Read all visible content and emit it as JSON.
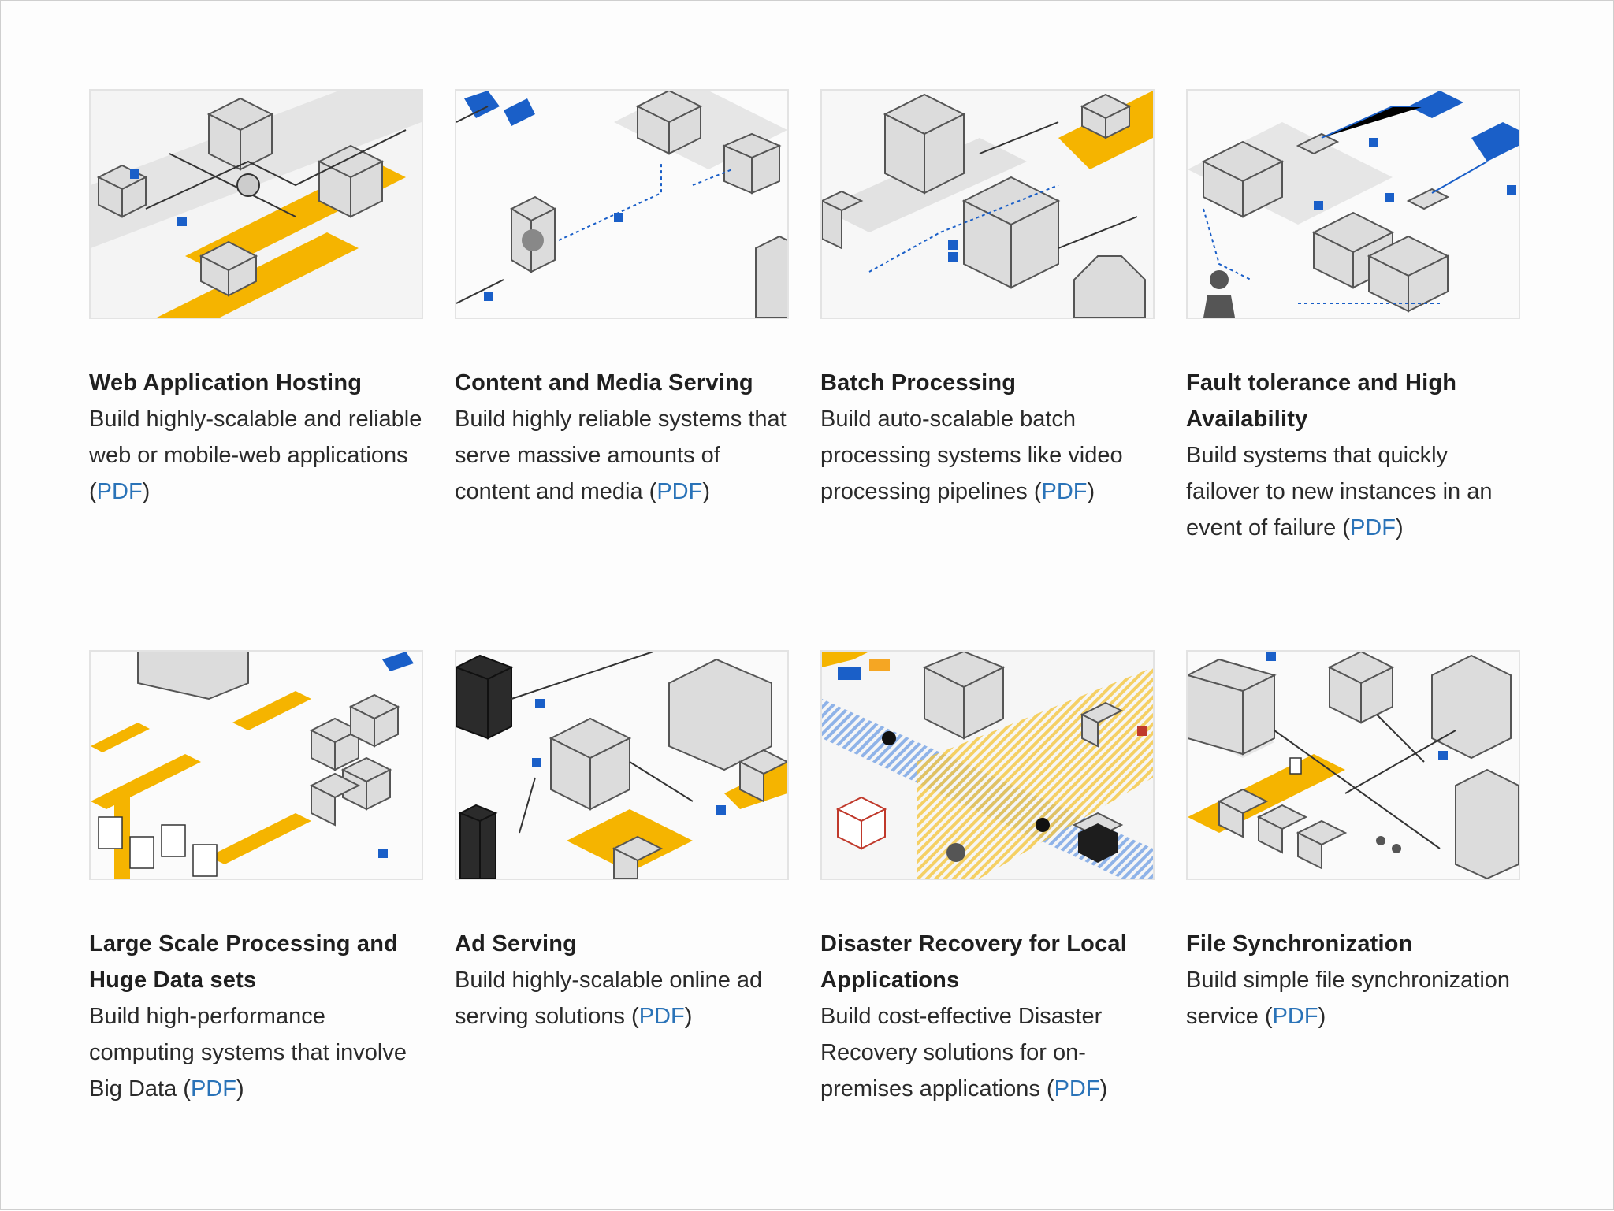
{
  "colors": {
    "accent_yellow": "#f5b400",
    "accent_blue": "#1a5fc8",
    "link_blue": "#2a73b8",
    "box_gray": "#d9d9d9"
  },
  "cards": [
    {
      "title": "Web Application Hosting",
      "description": "Build highly-scalable and reliable web or mobile-web applications",
      "pdf_label": "PDF"
    },
    {
      "title": "Content and Media Serving",
      "description": "Build highly reliable systems that serve massive amounts of content and media",
      "pdf_label": "PDF"
    },
    {
      "title": "Batch Processing",
      "description": "Build auto-scalable batch processing systems like video processing pipelines",
      "pdf_label": "PDF"
    },
    {
      "title": "Fault tolerance and High Availability",
      "description": "Build systems that quickly failover to new instances in an event of failure",
      "pdf_label": "PDF"
    },
    {
      "title": "Large Scale Processing and Huge Data sets",
      "description": "Build high-performance computing systems that involve Big Data",
      "pdf_label": "PDF"
    },
    {
      "title": "Ad Serving",
      "description": "Build highly-scalable online ad serving solutions",
      "pdf_label": "PDF"
    },
    {
      "title": "Disaster Recovery for Local Applications",
      "description": "Build cost-effective Disaster Recovery solutions for on-premises applications",
      "pdf_label": "PDF"
    },
    {
      "title": "File Synchronization",
      "description": "Build simple file synchronization service",
      "pdf_label": "PDF"
    }
  ]
}
